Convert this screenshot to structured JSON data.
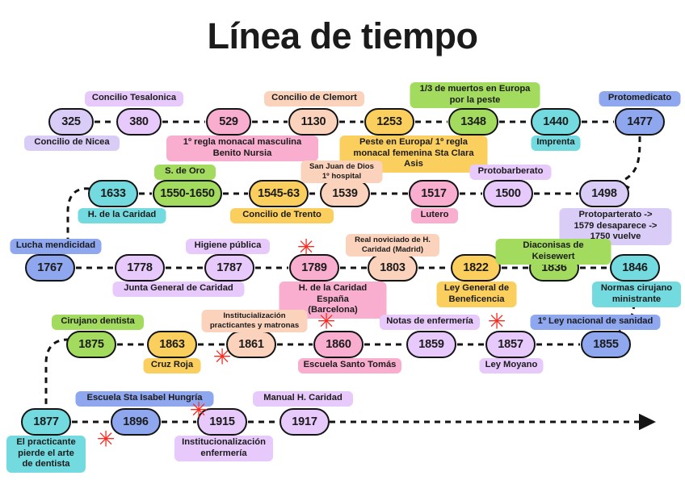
{
  "page": {
    "title": "Línea de tiempo",
    "background": "#ffffff",
    "ink": "#1b1b1b",
    "star_color": "#fb2a20"
  },
  "palette": {
    "lavender": "#d9cdf7",
    "violet": "#e0c2f7",
    "pink": "#f9aed0",
    "pink_light": "#f7bfdd",
    "peach": "#fbd2bb",
    "yellow": "#fbcf5e",
    "green": "#a3db5e",
    "cyan": "#73dbe0",
    "blue": "#8fa7ef",
    "lilac": "#e7c9fb"
  },
  "rows": [
    {
      "id": "row-1",
      "direction": "left-to-right",
      "nodes": [
        {
          "year": "325",
          "color": "#d9cdf7",
          "caption_below": "Concilio de Nicea",
          "caption_above": ""
        },
        {
          "year": "380",
          "color": "#e7c9fb",
          "caption_below": "",
          "caption_above": "Concilio Tesalonica"
        },
        {
          "year": "529",
          "color": "#f9aed0",
          "caption_below": "1º regla monacal masculina\nBenito Nursia",
          "caption_above": ""
        },
        {
          "year": "1130",
          "color": "#fbd2bb",
          "caption_below": "",
          "caption_above": "Concilio de Clemort"
        },
        {
          "year": "1253",
          "color": "#fbcf5e",
          "caption_below": "Peste en Europa/ 1º regla\nmonacal femenina Sta Clara\nAsis",
          "caption_above": ""
        },
        {
          "year": "1348",
          "color": "#a3db5e",
          "caption_below": "",
          "caption_above": "1/3 de muertos en Europa\npor la peste"
        },
        {
          "year": "1440",
          "color": "#73dbe0",
          "caption_below": "Imprenta",
          "caption_above": ""
        },
        {
          "year": "1477",
          "color": "#8fa7ef",
          "caption_below": "",
          "caption_above": "Protomedicato"
        }
      ]
    },
    {
      "id": "row-2",
      "direction": "right-to-left",
      "nodes": [
        {
          "year": "1633",
          "color": "#73dbe0",
          "caption_below": "H. de la Caridad",
          "caption_above": ""
        },
        {
          "year": "1550-1650",
          "color": "#a3db5e",
          "caption_below": "",
          "caption_above": "S. de Oro"
        },
        {
          "year": "1545-63",
          "color": "#fbcf5e",
          "caption_below": "Concilio de Trento",
          "caption_above": ""
        },
        {
          "year": "1539",
          "color": "#fbd2bb",
          "caption_below": "",
          "caption_above": "San Juan de Dios\n1º hospital"
        },
        {
          "year": "1517",
          "color": "#f9aed0",
          "caption_below": "Lutero",
          "caption_above": ""
        },
        {
          "year": "1500",
          "color": "#e7c9fb",
          "caption_below": "",
          "caption_above": "Protobarberato"
        },
        {
          "year": "1498",
          "color": "#d9cdf7",
          "caption_below": "Protoparterato ->\n1579 desaparece ->\n1750 vuelve",
          "caption_above": ""
        }
      ]
    },
    {
      "id": "row-3",
      "direction": "left-to-right",
      "nodes": [
        {
          "year": "1767",
          "color": "#8fa7ef",
          "caption_below": "",
          "caption_above": "Lucha mendicidad"
        },
        {
          "year": "1778",
          "color": "#e7c9fb",
          "caption_below": "Junta General de Caridad",
          "caption_above": ""
        },
        {
          "year": "1787",
          "color": "#e7c9fb",
          "caption_below": "",
          "caption_above": "Higiene pública"
        },
        {
          "year": "1789",
          "color": "#f9aed0",
          "caption_below": "H. de la Caridad España\n(Barcelona)",
          "caption_above": ""
        },
        {
          "year": "1803",
          "color": "#fbd2bb",
          "caption_below": "",
          "caption_above": "Real noviciado de H.\nCaridad (Madrid)"
        },
        {
          "year": "1822",
          "color": "#fbcf5e",
          "caption_below": "Ley General de\nBeneficencia",
          "caption_above": ""
        },
        {
          "year": "1836",
          "color": "#a3db5e",
          "caption_below": "",
          "caption_above": "Diaconisas de Keisewert"
        },
        {
          "year": "1846",
          "color": "#73dbe0",
          "caption_below": "Normas cirujano\nministrante",
          "caption_above": ""
        }
      ]
    },
    {
      "id": "row-4",
      "direction": "right-to-left",
      "nodes": [
        {
          "year": "1875",
          "color": "#a3db5e",
          "caption_below": "",
          "caption_above": "Cirujano dentista"
        },
        {
          "year": "1863",
          "color": "#fbcf5e",
          "caption_below": "Cruz Roja",
          "caption_above": ""
        },
        {
          "year": "1861",
          "color": "#fbd2bb",
          "caption_below": "",
          "caption_above": "Institucialización\npracticantes y matronas"
        },
        {
          "year": "1860",
          "color": "#f9aed0",
          "caption_below": "Escuela Santo Tomás",
          "caption_above": ""
        },
        {
          "year": "1859",
          "color": "#e7c9fb",
          "caption_below": "",
          "caption_above": "Notas de enfermería"
        },
        {
          "year": "1857",
          "color": "#e7c9fb",
          "caption_below": "Ley Moyano",
          "caption_above": ""
        },
        {
          "year": "1855",
          "color": "#8fa7ef",
          "caption_below": "",
          "caption_above": "1º Ley nacional de sanidad"
        }
      ]
    },
    {
      "id": "row-5",
      "direction": "left-to-right",
      "nodes": [
        {
          "year": "1877",
          "color": "#73dbe0",
          "caption_below": "El practicante\npierde el arte\nde dentista",
          "caption_above": ""
        },
        {
          "year": "1896",
          "color": "#8fa7ef",
          "caption_below": "",
          "caption_above": "Escuela Sta Isabel Hungría"
        },
        {
          "year": "1915",
          "color": "#e7c9fb",
          "caption_below": "Institucionalización\nenfermería",
          "caption_above": ""
        },
        {
          "year": "1917",
          "color": "#e7c9fb",
          "caption_below": "",
          "caption_above": "Manual H. Caridad"
        }
      ]
    }
  ],
  "markers": [
    {
      "name": "asterisk-1789",
      "glyph": "✳"
    },
    {
      "name": "asterisk-1861",
      "glyph": "✳"
    },
    {
      "name": "asterisk-1860",
      "glyph": "✳"
    },
    {
      "name": "asterisk-1857",
      "glyph": "✳"
    },
    {
      "name": "asterisk-1896",
      "glyph": "✳"
    },
    {
      "name": "asterisk-1915",
      "glyph": "✳"
    }
  ]
}
